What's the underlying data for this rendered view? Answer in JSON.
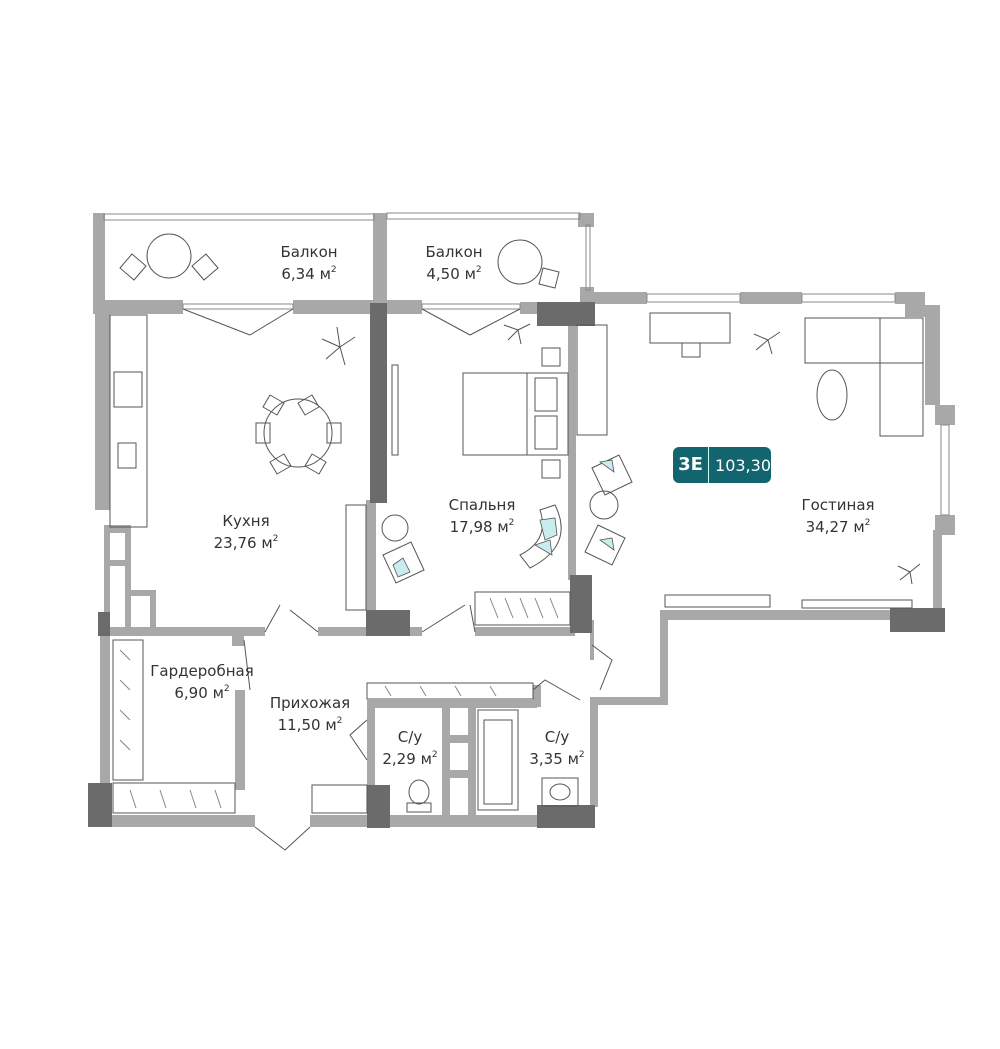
{
  "apartment": {
    "code": "3Е",
    "total_area": "103,30"
  },
  "unit_suffix": "м",
  "unit_power": "2",
  "rooms": [
    {
      "name": "Балкон",
      "area": "6,34"
    },
    {
      "name": "Балкон",
      "area": "4,50"
    },
    {
      "name": "Кухня",
      "area": "23,76"
    },
    {
      "name": "Спальня",
      "area": "17,98"
    },
    {
      "name": "Гостиная",
      "area": "34,27"
    },
    {
      "name": "Гардеробная",
      "area": "6,90"
    },
    {
      "name": "Прихожая",
      "area": "11,50"
    },
    {
      "name": "С/у",
      "area": "2,29"
    },
    {
      "name": "С/у",
      "area": "3,35"
    }
  ],
  "colors": {
    "wall": "#a8a8a8",
    "column": "#6b6b6b",
    "badge": "#12646e",
    "accent": "#c9ecef"
  }
}
